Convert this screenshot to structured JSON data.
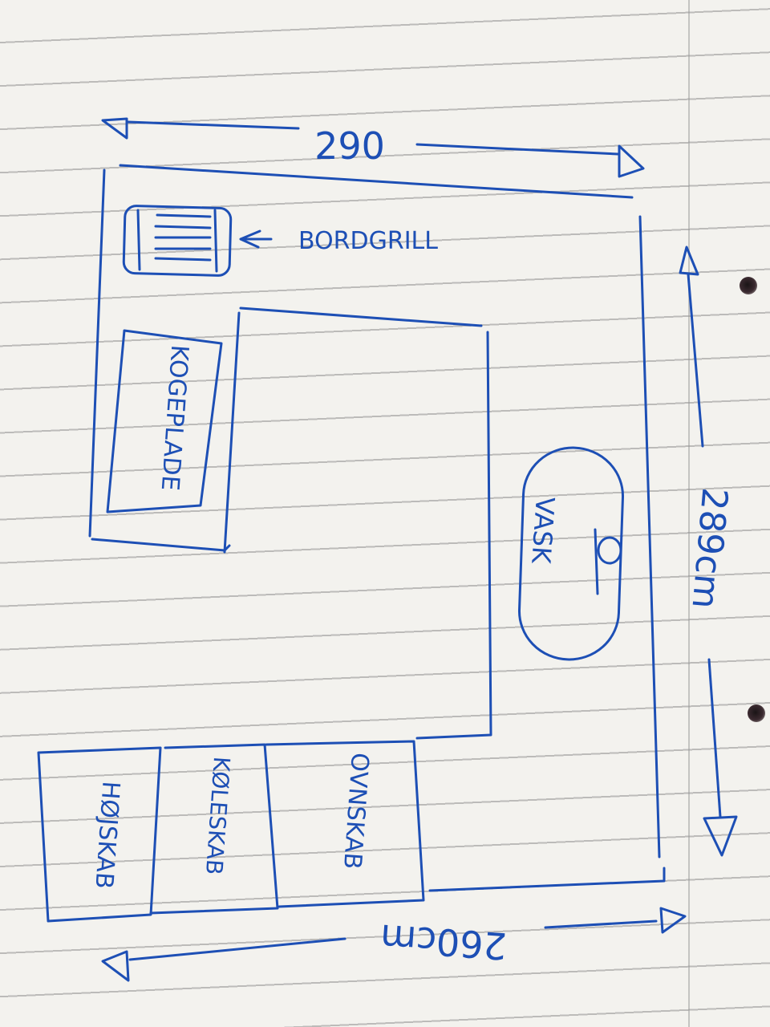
{
  "dimensions": {
    "top_width": "290",
    "right_height": "289cm",
    "bottom_width": "260cm"
  },
  "labels": {
    "bordgrill": "BORDGRILL",
    "kogeplade": "KOGEPLADE",
    "vask": "VASK",
    "hojskab": "HØJSKAB",
    "koleskab": "KØLESKAB",
    "ovnskab": "OVNSKAB"
  },
  "colors": {
    "ink": "#1d4fb5",
    "paper": "#f3f2ee"
  }
}
